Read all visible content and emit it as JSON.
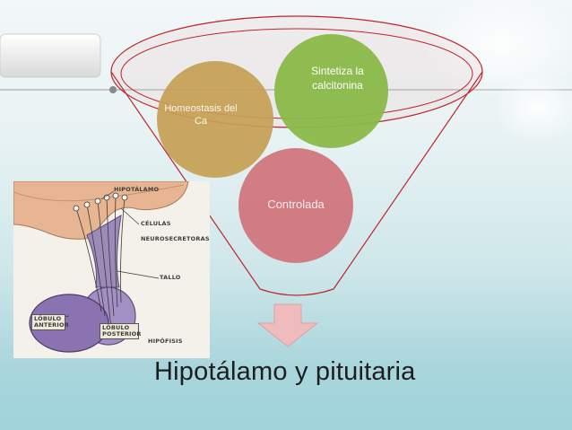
{
  "slide": {
    "title": "Hipotálamo y pituitaria"
  },
  "diagram": {
    "circles": [
      {
        "id": "homeostasis",
        "label": "Homeostasis del Ca",
        "color": "#c4a054"
      },
      {
        "id": "calcitonin",
        "label": "Sintetiza la calcitonina",
        "color": "#8ab948"
      },
      {
        "id": "controlada",
        "label": "Controlada",
        "color": "#d1767c"
      }
    ],
    "funnel_color": "#c0242c",
    "arrow_color": "#eeb9bb"
  },
  "illustration": {
    "labels": {
      "hipotalamo": "HIPOTÁLAMO",
      "celulas": "CÉLULAS",
      "neurosecretoras": "NEUROSECRETORAS",
      "tallo": "TALLO",
      "lobulo_anterior": "LÓBULO ANTERIOR",
      "lobulo_posterior": "LÓBULO POSTERIOR",
      "hipofisis": "HIPÓFISIS"
    }
  }
}
